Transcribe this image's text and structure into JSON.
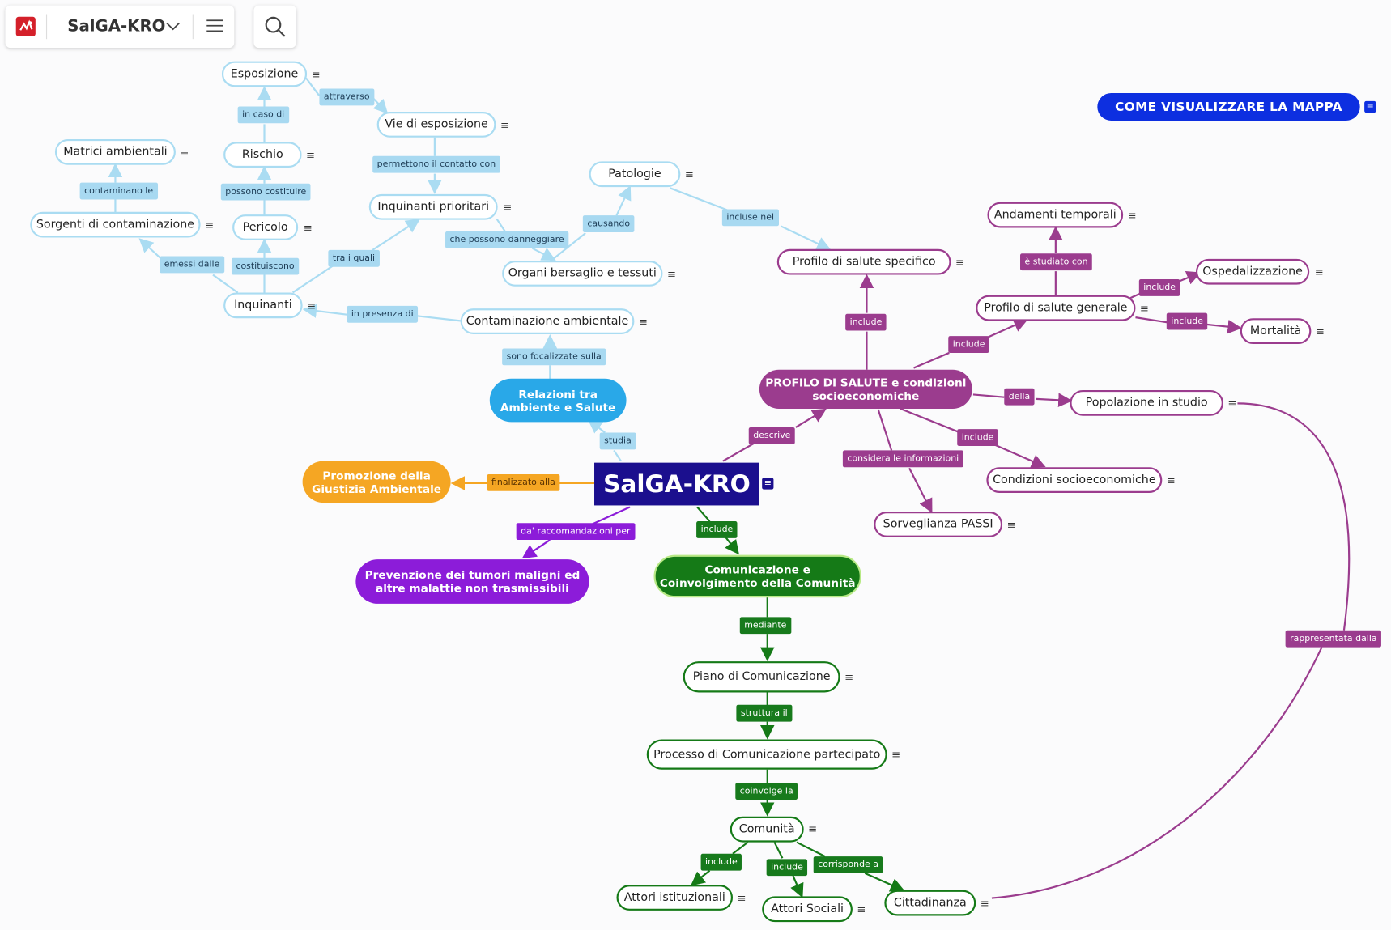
{
  "app": {
    "title": "SalGA-KRO"
  },
  "toolbar": {
    "map_button": "COME VISUALIZZARE LA MAPPA",
    "menu_glyph": "≡"
  },
  "colors": {
    "blue": "#aadcf2",
    "magenta": "#9b3c8e",
    "green": "#157a17",
    "orange": "#f5a623",
    "purple": "#8c1cd9",
    "sky": "#29a8e8",
    "navy": "#1b0f8e",
    "button": "#0d2fe0"
  },
  "concepts": {
    "center": "SalGA-KRO",
    "relazioni": "Relazioni tra Ambiente e Salute",
    "profilo_main": "PROFILO DI SALUTE e condizioni socioeconomiche",
    "promozione": "Promozione della Giustizia Ambientale",
    "prevenzione": "Prevenzione dei tumori maligni ed altre malattie non trasmissibili",
    "comunicazione": "Comunicazione e Coinvolgimento della Comunità",
    "esposizione": "Esposizione",
    "vie": "Vie di esposizione",
    "rischio": "Rischio",
    "matrici": "Matrici ambientali",
    "sorgenti": "Sorgenti di contaminazione",
    "pericolo": "Pericolo",
    "inquinanti_prioritari": "Inquinanti prioritari",
    "patologie": "Patologie",
    "organi": "Organi bersaglio e tessuti",
    "inquinanti": "Inquinanti",
    "contaminazione": "Contaminazione ambientale",
    "profilo_specifico": "Profilo di salute specifico",
    "andamenti": "Andamenti temporali",
    "ospedalizzazione": "Ospedalizzazione",
    "profilo_generale": "Profilo di salute generale",
    "mortalita": "Mortalità",
    "popolazione": "Popolazione in studio",
    "condizioni": "Condizioni socioeconomiche",
    "sorveglianza": "Sorveglianza PASSI",
    "piano": "Piano di Comunicazione",
    "processo": "Processo di Comunicazione partecipato",
    "comunita": "Comunità",
    "attori_ist": "Attori istituzionali",
    "attori_soc": "Attori Sociali",
    "cittadinanza": "Cittadinanza"
  },
  "links": {
    "attraverso": "attraverso",
    "in_caso_di": "in caso di",
    "permettono": "permettono il contatto con",
    "contaminano": "contaminano le",
    "possono_costituire": "possono costituire",
    "causando": "causando",
    "incluse_nel": "incluse nel",
    "che_possono": "che possono danneggiare",
    "emessi_dalle": "emessi dalle",
    "costituiscono": "costituiscono",
    "tra_i_quali": "tra i quali",
    "in_presenza_di": "in presenza di",
    "sono_focalizzate": "sono focalizzate sulla",
    "studia": "studia",
    "finalizzato": "finalizzato alla",
    "raccomandazioni": "da' raccomandazioni per",
    "include_comunicazione": "include",
    "descrive": "descrive",
    "include_specifico": "include",
    "include_generale": "include",
    "studiato_con": "è studiato con",
    "include_ospedal": "include",
    "include_mortal": "include",
    "della": "della",
    "include_condizioni": "include",
    "considera": "considera le informazioni",
    "rappresentata": "rappresentata dalla",
    "mediante": "mediante",
    "struttura": "struttura il",
    "coinvolge": "coinvolge la",
    "include_attori_ist": "include",
    "include_attori_soc": "include",
    "corrisponde": "corrisponde a"
  }
}
